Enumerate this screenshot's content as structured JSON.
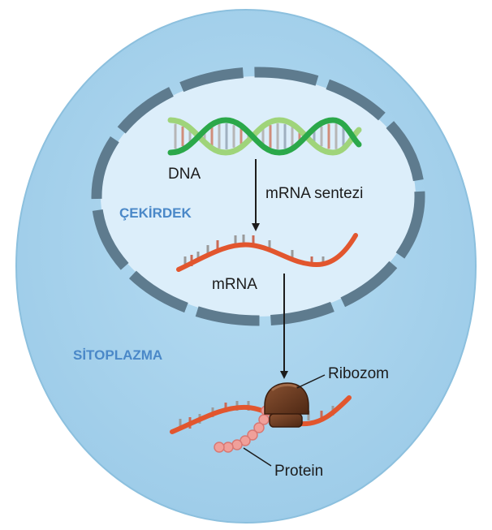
{
  "labels": {
    "dna": "DNA",
    "mrna_synthesis": "mRNA sentezi",
    "nucleus": "ÇEKİRDEK",
    "mrna": "mRNA",
    "cytoplasm": "SİTOPLAZMA",
    "ribosome": "Ribozom",
    "protein": "Protein"
  },
  "colors": {
    "cell": "#a9d6ef",
    "cell_border": "#8cc0de",
    "nucleus": "#dceefa",
    "nuclear_envelope": "#5e7b8e",
    "dna_strand_a": "#2ba84a",
    "dna_strand_b": "#9fd47a",
    "mrna": "#e2562e",
    "ribosome": "#6b3a22",
    "protein": "#f0a09a",
    "label_blue": "#4a88c8"
  }
}
